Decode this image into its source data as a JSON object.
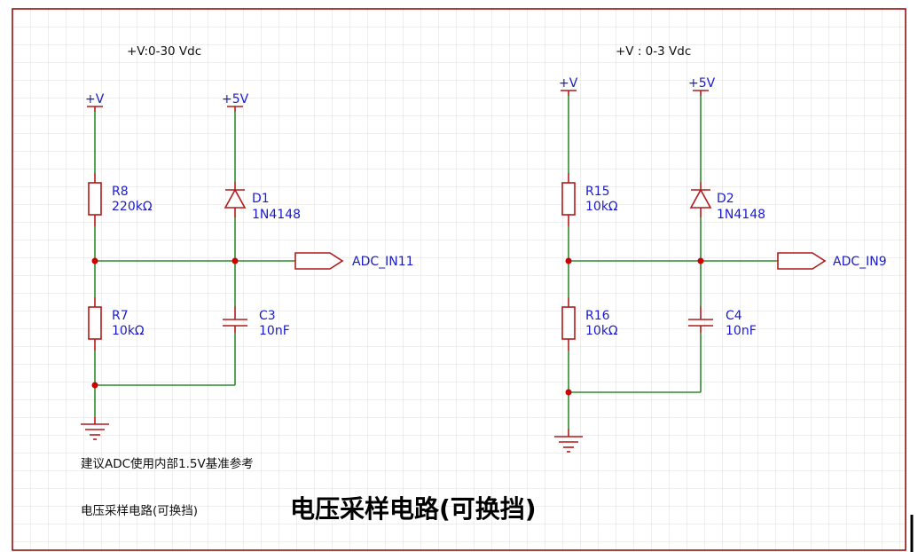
{
  "colors": {
    "background": "#ffffff",
    "grid": "#dcdcdc",
    "border": "#8b0000",
    "wire": "#2e8b2e",
    "component": "#b01a1a",
    "junction": "#cc0000",
    "label_text": "#1a1acc",
    "note_text": "#111111"
  },
  "left_circuit": {
    "range_note": "+V:0-30 Vdc",
    "supply_label": "+V",
    "ref_supply_label": "+5V",
    "upper_resistor": {
      "ref": "R8",
      "value": "220kΩ"
    },
    "lower_resistor": {
      "ref": "R7",
      "value": "10kΩ"
    },
    "diode": {
      "ref": "D1",
      "value": "1N4148"
    },
    "capacitor": {
      "ref": "C3",
      "value": "10nF"
    },
    "output_port": "ADC_IN11"
  },
  "right_circuit": {
    "range_note": "+V : 0-3 Vdc",
    "supply_label": "+V",
    "ref_supply_label": "+5V",
    "upper_resistor": {
      "ref": "R15",
      "value": "10kΩ"
    },
    "lower_resistor": {
      "ref": "R16",
      "value": "10kΩ"
    },
    "diode": {
      "ref": "D2",
      "value": "1N4148"
    },
    "capacitor": {
      "ref": "C4",
      "value": "10nF"
    },
    "output_port": "ADC_IN9"
  },
  "notes": {
    "reference_note": "建议ADC使用内部1.5V基准参考",
    "circuit_name_small": "电压采样电路(可换挡)",
    "title": "电压采样电路(可换挡)"
  }
}
